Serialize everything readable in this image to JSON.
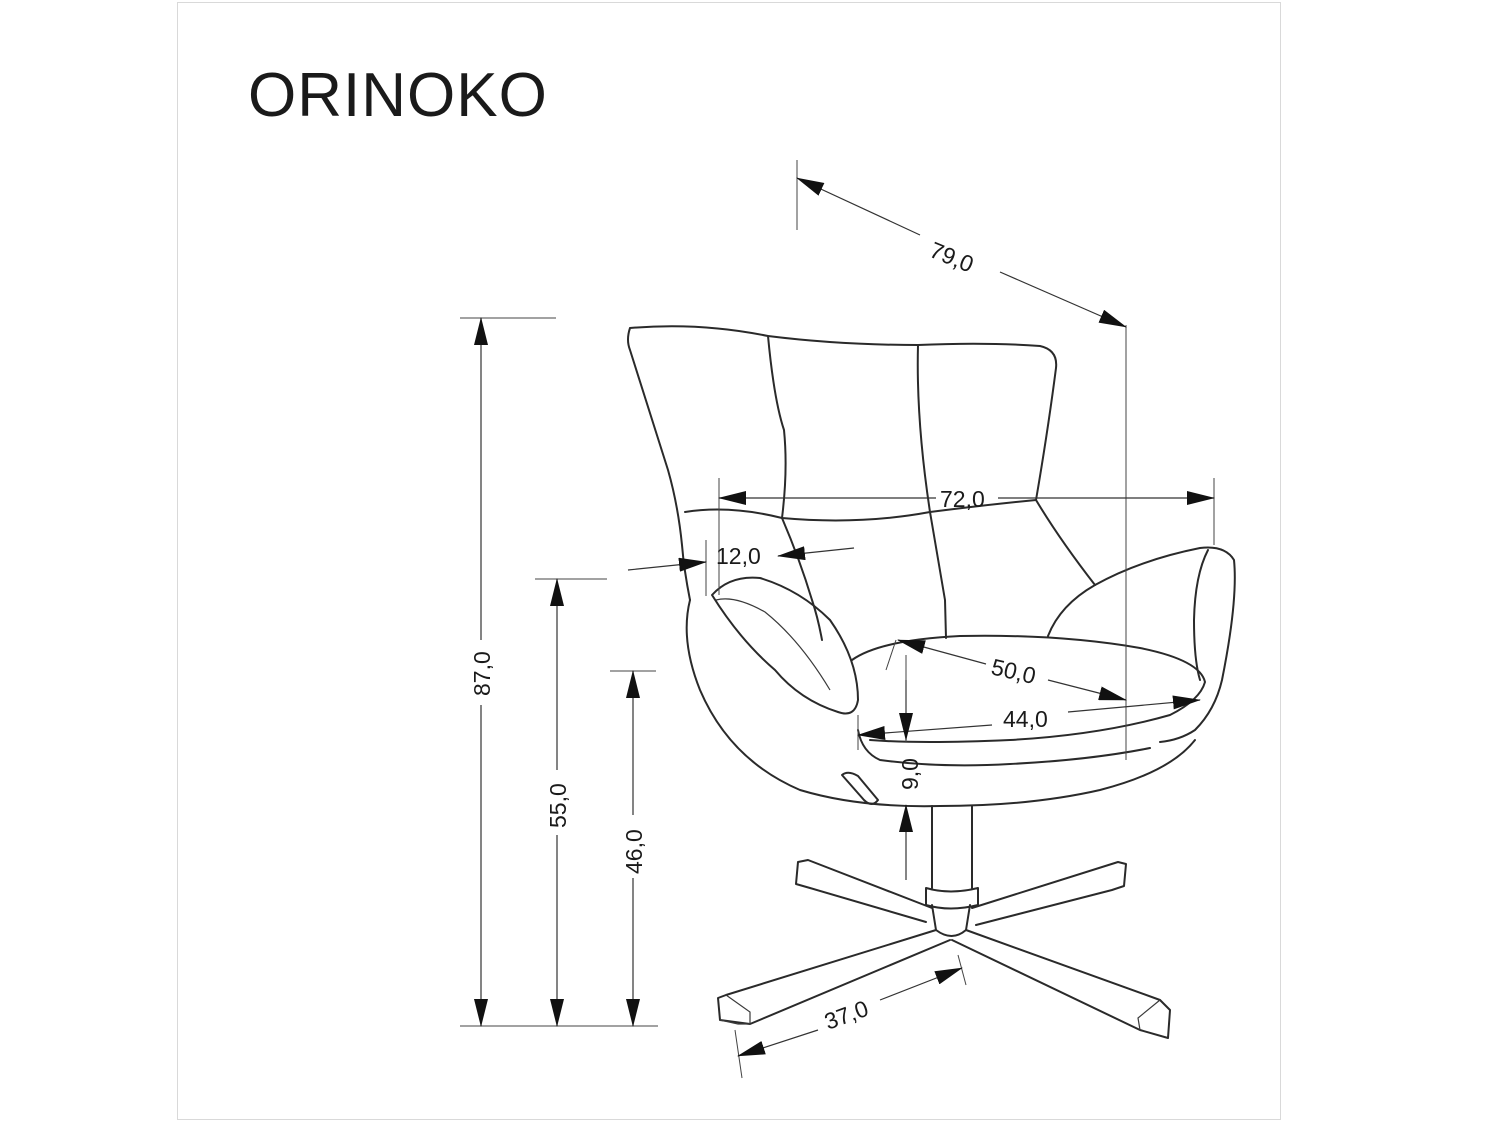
{
  "title": "ORINOKO",
  "dimensions": {
    "depth_total": "79,0",
    "width_total": "72,0",
    "armrest_width": "12,0",
    "seat_depth": "50,0",
    "seat_width": "44,0",
    "seat_cushion_thickness": "9,0",
    "height_total": "87,0",
    "armrest_height": "55,0",
    "seat_height": "46,0",
    "base_leg": "37,0"
  }
}
